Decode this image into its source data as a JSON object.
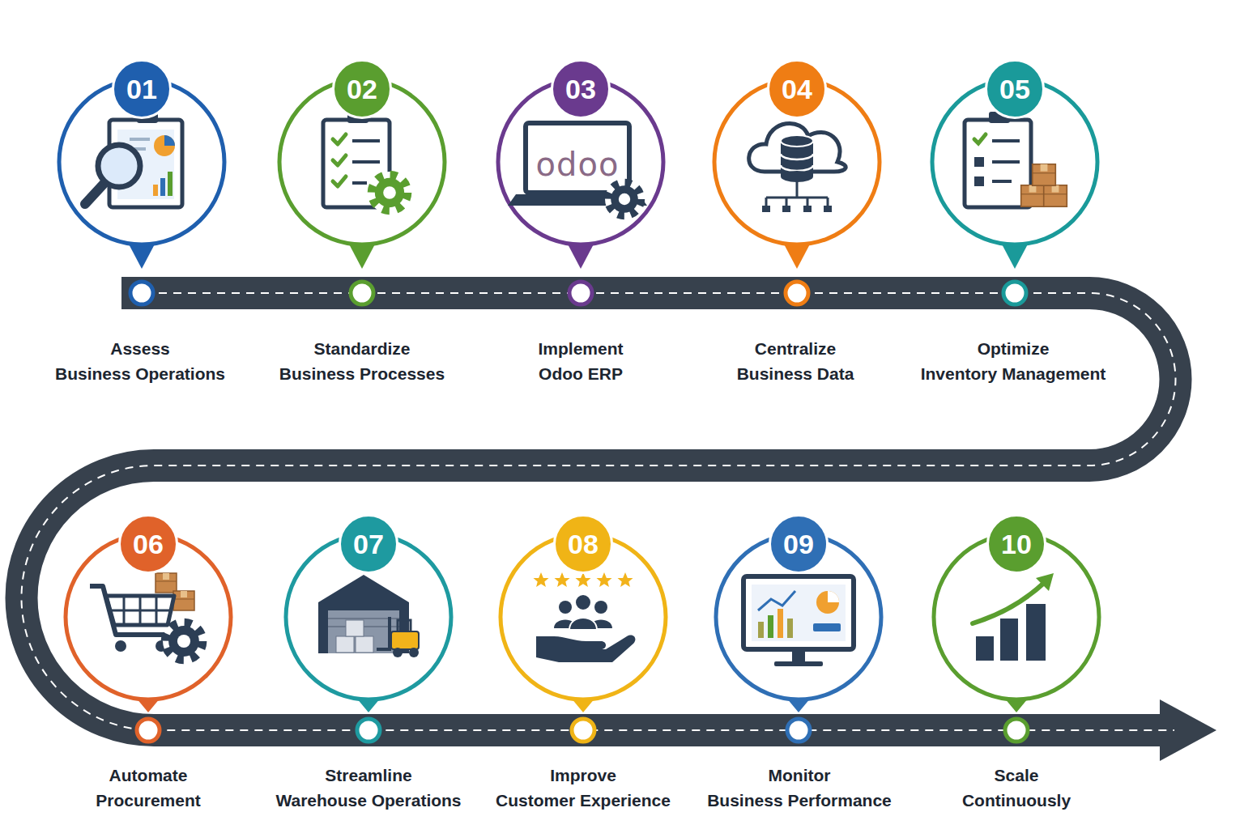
{
  "diagram": {
    "nodes": [
      {
        "text": [
          "01"
        ]
      },
      {
        "text": [
          "02"
        ]
      },
      {
        "text": [
          "03"
        ]
      },
      {
        "text": [
          "04"
        ]
      },
      {
        "text": [
          "05"
        ]
      },
      {
        "text": [
          "06"
        ]
      },
      {
        "text": [
          "07"
        ]
      },
      {
        "text": [
          "08"
        ]
      },
      {
        "text": [
          "09"
        ]
      },
      {
        "text": [
          "10"
        ]
      }
    ],
    "labels": [
      "odoo",
      "Assess Business Operations",
      "Standardize Business Processes",
      "Implement Odoo ERP",
      "Centralize Business Data",
      "Optimize Inventory Management",
      "Automate Procurement",
      "Streamline Warehouse Operations",
      "Improve Customer Experience",
      "Monitor Business Performance",
      "Scale Continuously"
    ]
  }
}
